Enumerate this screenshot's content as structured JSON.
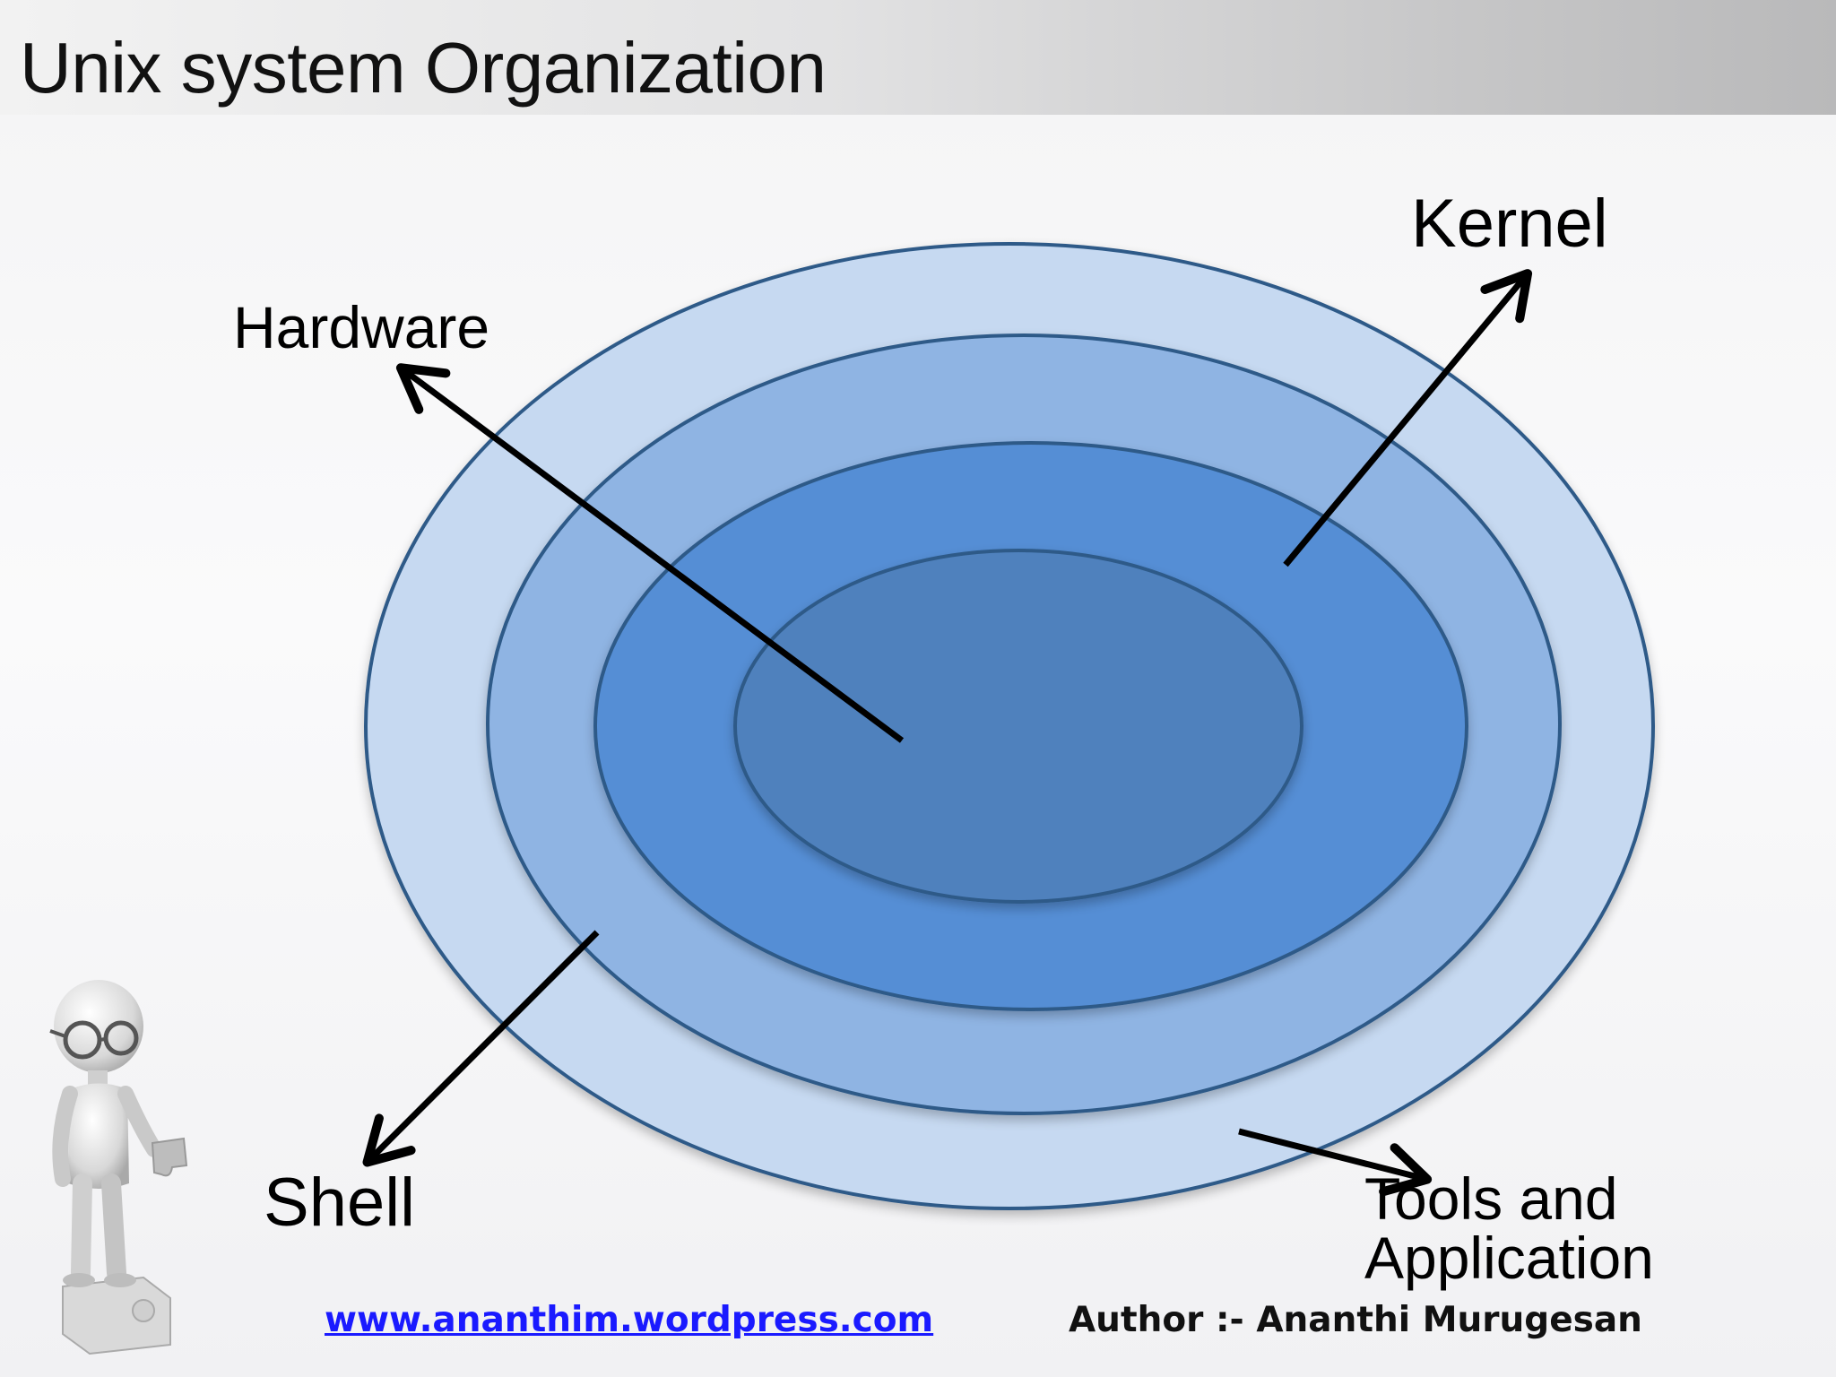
{
  "slide": {
    "title": "Unix system Organization"
  },
  "diagram": {
    "layers": [
      {
        "name": "Tools and Application",
        "color": "#c6d9f1"
      },
      {
        "name": "Shell",
        "color": "#8fb4e3"
      },
      {
        "name": "Kernel",
        "color": "#558ed5"
      },
      {
        "name": "Hardware",
        "color": "#4f81bd"
      }
    ],
    "stroke_color": "#2e5a88",
    "labels": {
      "hardware": "Hardware",
      "kernel": "Kernel",
      "shell": "Shell",
      "tools_line1": "Tools and",
      "tools_line2": "Application"
    }
  },
  "footer": {
    "website": "www.ananthim.wordpress.com ",
    "author": "Author :- Ananthi Murugesan"
  },
  "decoration": {
    "figure_icon": "person-with-puzzle-icon"
  }
}
